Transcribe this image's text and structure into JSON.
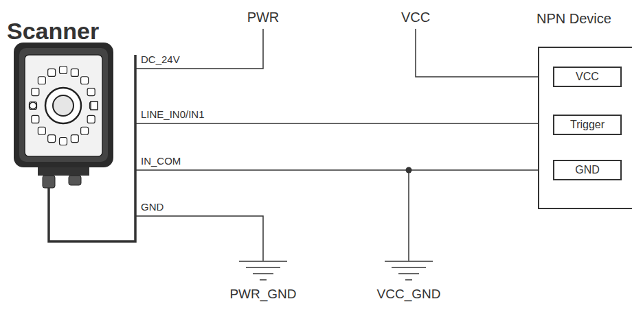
{
  "diagram": {
    "nodes": [
      {
        "text": [
          "NPN Device"
        ]
      },
      {
        "text": [
          "VCC"
        ],
        "in": 0
      },
      {
        "text": [
          "Trigger"
        ],
        "in": 0
      },
      {
        "text": [
          "GND"
        ],
        "in": 0
      }
    ],
    "labels": [
      "Scanner",
      "PWR",
      "VCC",
      "DC_24V",
      "LINE_IN0/IN1",
      "IN_COM",
      "GND",
      "PWR_GND",
      "VCC_GND"
    ]
  }
}
